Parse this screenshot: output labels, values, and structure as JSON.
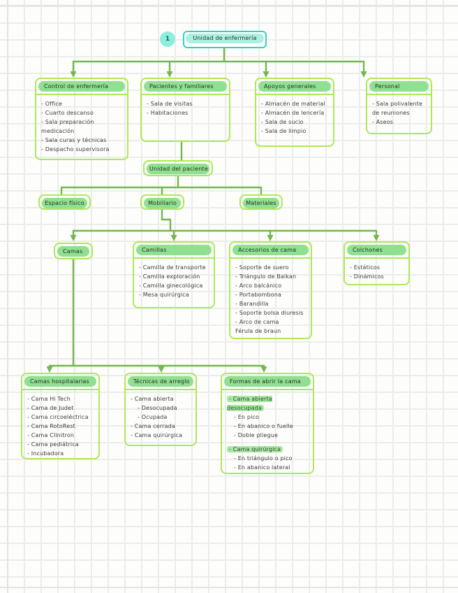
{
  "badge": "1",
  "title": "Unidad de enfermería",
  "colors": {
    "title_border": "#2fd4c0",
    "title_fill": "#abf0e3",
    "box_border": "#aee955",
    "header_pill": "#8fe08f",
    "connector": "#74b74d",
    "highlight": "#a5ea9e"
  },
  "nodes": {
    "control": {
      "header": "Control de enfermería",
      "items": [
        "- Office",
        "- Cuarto descanso",
        "- Sala preparación medicación",
        "- Sala curas y técnicas",
        "- Despacho supervisora"
      ]
    },
    "pacientes": {
      "header": "Pacientes y familiares",
      "items": [
        "- Sala de visitas",
        "- Habitaciones"
      ]
    },
    "apoyos": {
      "header": "Apoyos generales",
      "items": [
        "- Almacén de material",
        "- Almacén de lencería",
        "- Sala de sucio",
        "- Sala de limpio"
      ]
    },
    "personal": {
      "header": "Personal",
      "items": [
        "- Sala polivalente de reuniones",
        "- Aseos"
      ]
    },
    "unidad_paciente": {
      "header": "Unidad del paciente"
    },
    "espacio": {
      "header": "Espacio físico"
    },
    "mobiliario": {
      "header": "Mobiliario"
    },
    "materiales": {
      "header": "Materiales"
    },
    "camas": {
      "header": "Camas"
    },
    "camillas": {
      "header": "Camillas",
      "items": [
        "- Camilla de transporte",
        "- Camilla exploración",
        "- Camilla ginecológica",
        "- Mesa quirúrgica"
      ]
    },
    "accesorios": {
      "header": "Accesorios de cama",
      "items": [
        "- Soporte de suero",
        "- Triángulo de Balkan",
        "- Arco balcánico",
        "- Portabombona",
        "- Barandilla",
        "- Soporte bolsa diuresis",
        "- Arco de cama",
        "Férula de braun"
      ]
    },
    "colchones": {
      "header": "Colchones",
      "items": [
        "- Estáticos",
        "- Dinámicos"
      ]
    },
    "camas_hospitalarias": {
      "header": "Camas hospitalarias",
      "items": [
        "- Cama Hi Tech",
        "- Cama de Judet",
        "- Cama circoeléctrica",
        "- Cama RotoRest",
        "- Cama Clinitron",
        "- Cama pediátrica",
        "- Incubadora"
      ]
    },
    "tecnicas": {
      "header": "Técnicas de arreglo",
      "line1": "- Cama abierta",
      "sub1": [
        "- Desocupada",
        "- Ocupada"
      ],
      "rest": [
        "- Cama cerrada",
        "- Cama quirúrgica"
      ]
    },
    "formas": {
      "header": "Formas de abrir la cama",
      "group1": {
        "label": "- Cama abierta desocupada",
        "subs": [
          "- En pico",
          "- En abanico o fuelle",
          "- Doble pliegue"
        ]
      },
      "group2": {
        "label": "- Cama quirúrgica",
        "subs": [
          "- En triángulo o pico",
          "- En abanico lateral"
        ]
      }
    }
  }
}
